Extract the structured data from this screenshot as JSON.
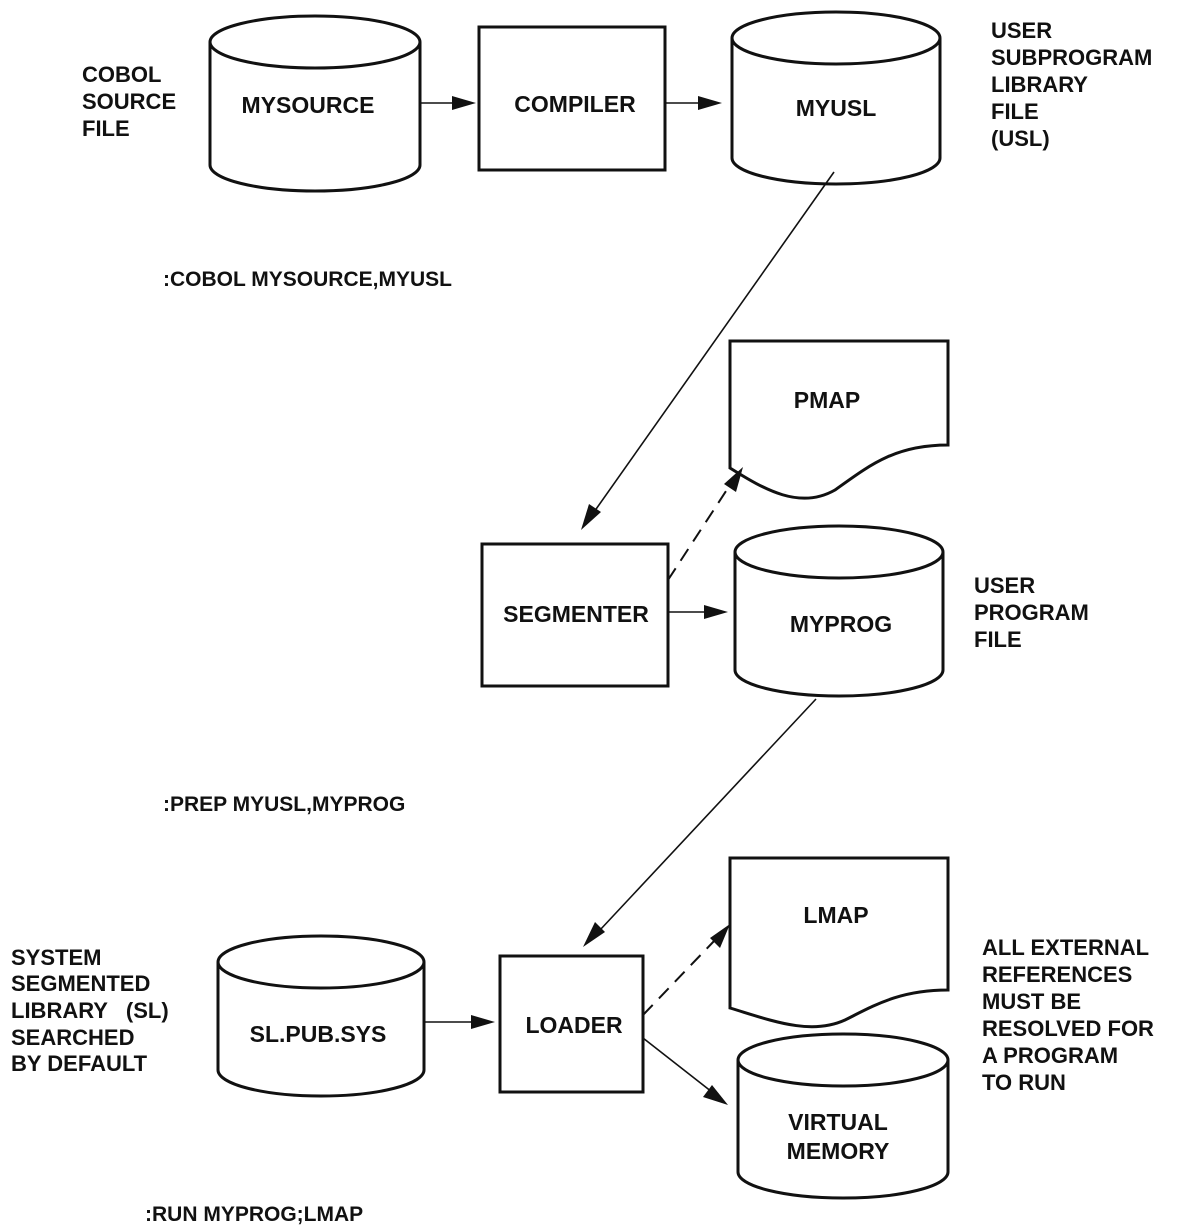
{
  "nodes": {
    "mysource": "MYSOURCE",
    "compiler": "COMPILER",
    "myusl": "MYUSL",
    "pmap": "PMAP",
    "segmenter": "SEGMENTER",
    "myprog": "MYPROG",
    "lmap": "LMAP",
    "sl_pub_sys": "SL.PUB.SYS",
    "loader": "LOADER",
    "virtual_memory": [
      "VIRTUAL",
      "MEMORY"
    ]
  },
  "side_labels": {
    "cobol_source_file": [
      "COBOL",
      "SOURCE",
      "FILE"
    ],
    "user_subprogram_library_file": [
      "USER",
      "SUBPROGRAM",
      "LIBRARY",
      "FILE",
      "(USL)"
    ],
    "user_program_file": [
      "USER",
      "PROGRAM",
      "FILE"
    ],
    "system_segmented_library": [
      "SYSTEM",
      "SEGMENTED",
      "LIBRARY   (SL)",
      "SEARCHED",
      "BY DEFAULT"
    ],
    "external_references_note": [
      "ALL EXTERNAL",
      "REFERENCES",
      "MUST BE",
      "RESOLVED FOR",
      "A PROGRAM",
      "TO RUN"
    ]
  },
  "commands": {
    "cobol": ":COBOL MYSOURCE,MYUSL",
    "prep": ":PREP MYUSL,MYPROG",
    "run": ":RUN MYPROG;LMAP"
  }
}
